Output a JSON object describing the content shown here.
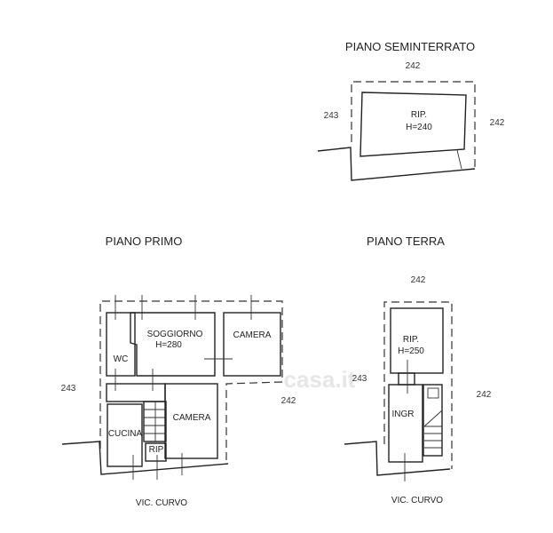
{
  "seminterrato": {
    "title": "PIANO SEMINTERRATO",
    "dim_top": "242",
    "dim_left": "243",
    "dim_right": "242",
    "room": "RIP.",
    "height": "H=240"
  },
  "primo": {
    "title": "PIANO PRIMO",
    "dim_left": "243",
    "dim_right": "242",
    "street": "VIC. CURVO",
    "rooms": {
      "soggiorno": "SOGGIORNO",
      "soggiorno_h": "H=280",
      "camera1": "CAMERA",
      "wc": "WC",
      "camera2": "CAMERA",
      "cucina": "CUCINA",
      "rip": "RIP"
    }
  },
  "terra": {
    "title": "PIANO TERRA",
    "dim_top": "242",
    "dim_left": "243",
    "dim_right": "242",
    "street": "VIC. CURVO",
    "rooms": {
      "rip": "RIP.",
      "rip_h": "H=250",
      "ingr": "INGR"
    }
  },
  "watermark": "casa.it"
}
